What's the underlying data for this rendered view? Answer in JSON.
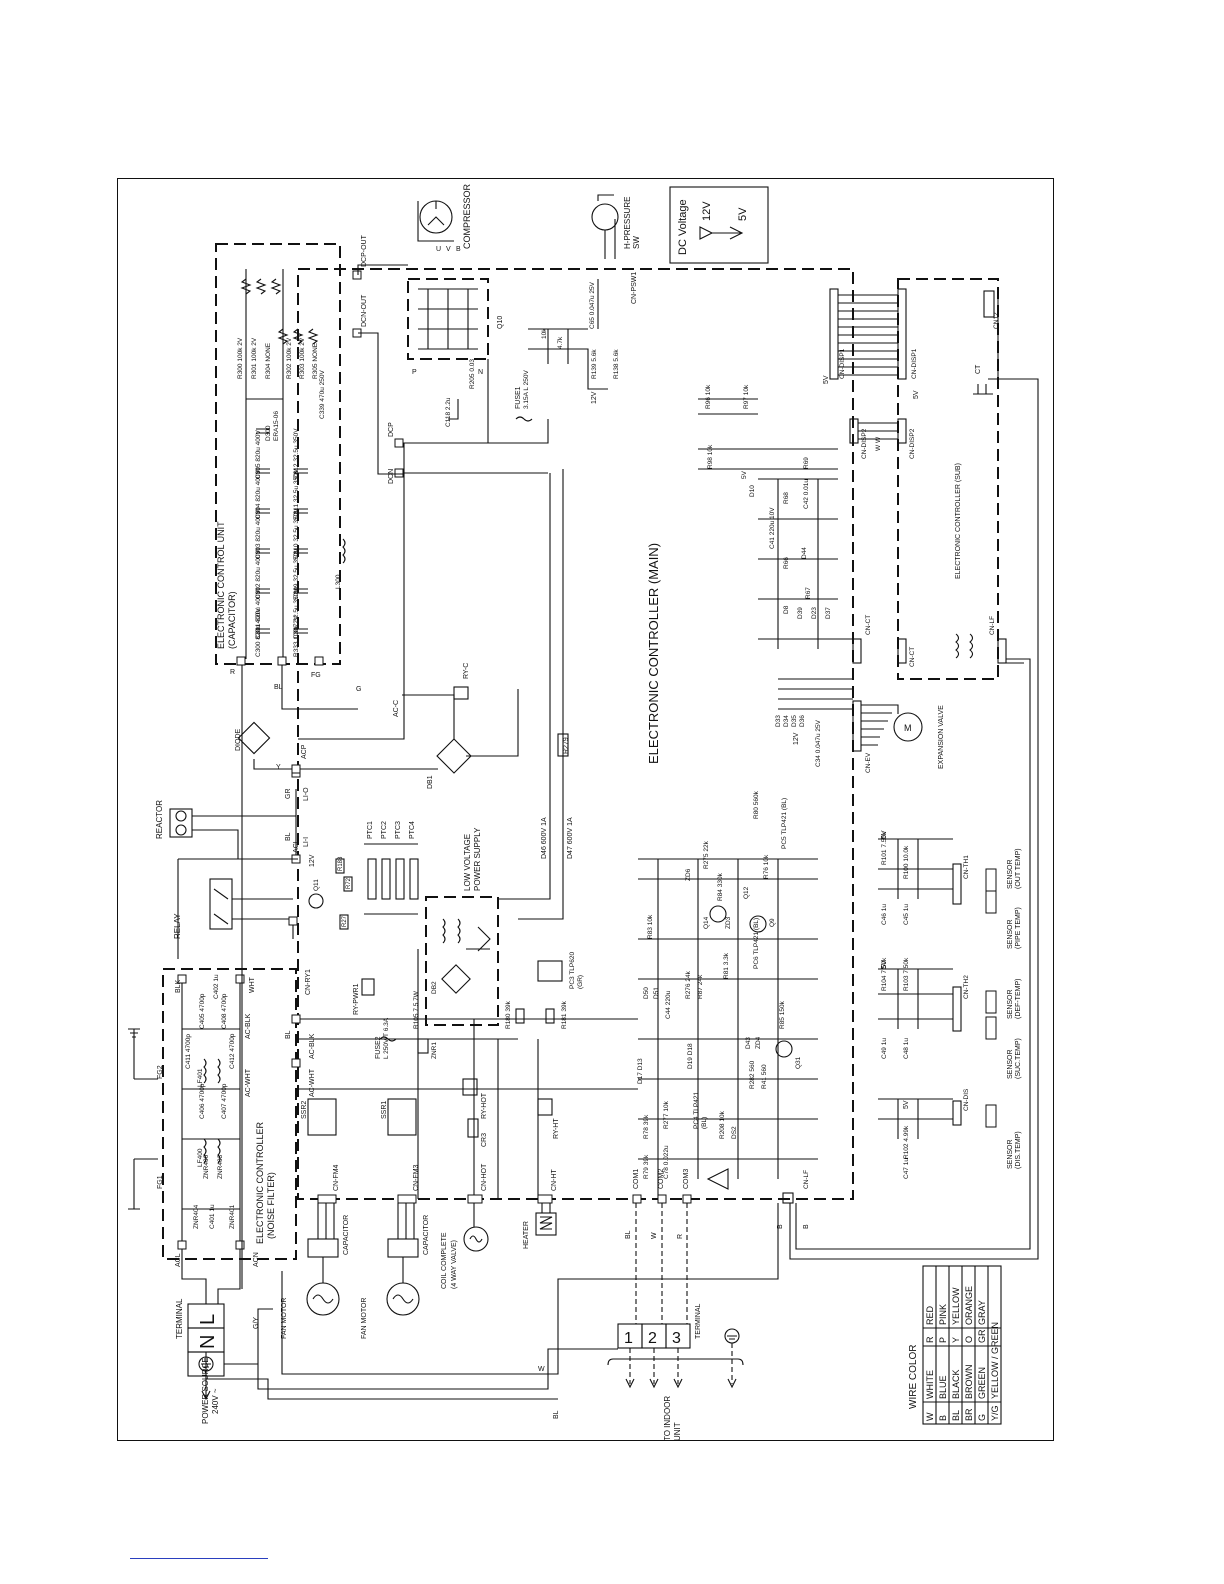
{
  "units": {
    "capacitor_unit": {
      "title": "ELECTRONIC CONTROL UNIT",
      "subtitle": "(CAPACITOR)"
    },
    "noise_filter": {
      "title": "ELECTRONIC CONTROLLER",
      "subtitle": "(NOISE FILTER)"
    },
    "main": {
      "title": "ELECTRONIC CONTROLLER (MAIN)"
    },
    "sub": {
      "title": "ELECTRONIC CONTROLLER (SUB)"
    },
    "low_voltage": {
      "title": "LOW VOLTAGE",
      "subtitle": "POWER SUPPLY"
    }
  },
  "dc_voltage": {
    "title": "DC Voltage",
    "v12": "12V",
    "v5": "5V"
  },
  "wire_color": {
    "title": "WIRE COLOR",
    "rows": [
      {
        "c1": "W",
        "n1": "WHITE",
        "c2": "R",
        "n2": "RED"
      },
      {
        "c1": "B",
        "n1": "BLUE",
        "c2": "P",
        "n2": "PINK"
      },
      {
        "c1": "BL",
        "n1": "BLACK",
        "c2": "Y",
        "n2": "YELLOW"
      },
      {
        "c1": "BR",
        "n1": "BROWN",
        "c2": "O",
        "n2": "ORANGE"
      },
      {
        "c1": "G",
        "n1": "GREEN",
        "c2": "GR",
        "n2": "GRAY"
      },
      {
        "c1": "Y/G",
        "n1": "YELLOW / GREEN",
        "c2": "",
        "n2": ""
      }
    ]
  },
  "terminal_power": {
    "title": "TERMINAL",
    "L": "L",
    "N": "N",
    "gy": "G/Y",
    "source": "POWER SOURCE",
    "voltage": "240V ~"
  },
  "terminal_indoor": {
    "title": "TERMINAL",
    "t1": "1",
    "t2": "2",
    "t3": "3",
    "to": "TO INDOOR",
    "unit": "UNIT"
  },
  "devices": {
    "compressor": "COMPRESSOR",
    "hpsw": "H-PRESSURE",
    "hpsw2": "SW",
    "reactor": "REACTOR",
    "relay": "RELAY",
    "diode": "DIODE",
    "db1": "DB1",
    "ryc": "RY-C",
    "expansion": "EXPANSION VALVE",
    "heater": "HEATER",
    "coil": "COIL COMPLETE",
    "coil2": "(4 WAY VALVE)",
    "fan1": "FAN MOTOR",
    "fan2": "FAN MOTOR",
    "cap1": "CAPACITOR",
    "cap2": "CAPACITOR",
    "ssr1": "SSR1",
    "ssr2": "SSR2",
    "ryhot": "RY-HOT",
    "ryht": "RY-HT",
    "rypwr": "RY-PWR1",
    "cr3": "CR3",
    "q10": "Q10",
    "fuse1": "FUSE1",
    "fuse1v": "3.15A L 250V",
    "fuse2": "FUSE2",
    "fuse2v": "L 250V T 6.3A",
    "znr1": "ZNR1",
    "d46": "D46 600V 1A",
    "d47": "D47 600V 1A",
    "r279": "R279",
    "lf400": "LF400",
    "lf401": "LF401",
    "fg1": "FG1",
    "fg2": "FG2",
    "fg": "FG",
    "g": "G",
    "l300": "L300",
    "d300": "D300",
    "d300v": "ERA15-06",
    "ptc1": "PTC1",
    "ptc2": "PTC2",
    "ptc3": "PTC3",
    "ptc4": "PTC4",
    "ct": "CT"
  },
  "connectors": {
    "dcpout": "DCP-OUT",
    "dcnout": "DCN-OUT",
    "dcp": "DCP",
    "dcn": "DCN",
    "acp": "ACP",
    "acn": "ACN",
    "acl": "ACL",
    "acl2": "ACL",
    "lo": "LI-O",
    "li": "LI-I",
    "acc": "AC-C",
    "acblk": "AC-BLK",
    "acblk2": "AC-BLK",
    "acwht": "AC-WHT",
    "acwht2": "AC-WHT",
    "blk": "BLK",
    "wht": "WHT",
    "cnry1": "CN-RY1",
    "cnfm4": "CN-FM4",
    "cnfm3": "CN-FM3",
    "cnhot": "CN-HOT",
    "cnht": "CN-HT",
    "cnlf": "CN-LF",
    "cnlf2": "CN-LF",
    "cndis": "CN-DIS",
    "cnth1": "CN-TH1",
    "cnth2": "CN-TH2",
    "cnev": "CN-EV",
    "cnct": "CN-CT",
    "cnct2": "CN-CT",
    "cndisp1": "CN-DISP1",
    "cndisp1b": "CN-DISP1",
    "cndisp2": "CN-DISP2",
    "cndisp2b": "CN-DISP2",
    "cnpsw1": "CN-PSW1",
    "cn12": "CN12",
    "com1": "COM1",
    "com2": "COM2",
    "com3": "COM3"
  },
  "sensors": [
    {
      "name": "SENSOR",
      "sub": "(OUT TEMP)"
    },
    {
      "name": "SENSOR",
      "sub": "(PIPE TEMP)"
    },
    {
      "name": "SENSOR",
      "sub": "(DEF-TEMP)"
    },
    {
      "name": "SENSOR",
      "sub": "(SUC.TEMP)"
    },
    {
      "name": "SENSOR",
      "sub": "(DIS.TEMP)"
    }
  ],
  "components": {
    "r300": "R300 100k 2V",
    "r301": "R301 100k 2V",
    "r304": "R304 NONE",
    "r302": "R302 100k 2V",
    "r303": "R303 100k 2V",
    "r305": "R305 NONE",
    "c339": "C339 470u 250V",
    "c305": "C305 820u 400V",
    "c304": "C304 820u 400V",
    "c303": "C303 820u 400V",
    "c302": "C302 820u 400V",
    "c301": "C301 820u 400V",
    "c300": "C300 820u 400V",
    "c312": "C312 32.5u 350V",
    "c311": "C311 32.5u 350V",
    "c310": "C310 32.5u 350V",
    "c309": "C309 32.5u 350V",
    "c307": "C307 32.5u 350V",
    "r333": "R333 100k 2V",
    "c118": "C118 2.2u",
    "r205": "R205 0.03",
    "c65": "C65 0.047u 25V",
    "r139": "R139 5.6k",
    "r138": "R138 5.6k",
    "r10k": "10k",
    "r47k": "4.7k",
    "r96": "R96 10k",
    "r97": "R97 10k",
    "r98": "R98 10k",
    "d10": "D10",
    "r68": "R68",
    "r69": "R69",
    "r66": "R66",
    "r67": "R67",
    "c41": "C41 220u 10V",
    "c42": "C42 0.01u",
    "d44": "D44",
    "d8": "D8",
    "d39": "D39",
    "d23": "D23",
    "d37": "D37",
    "c34": "C34 0.047u 25V",
    "d33": "D33",
    "d34": "D34",
    "d35": "D35",
    "d36": "D36",
    "c402": "C402 1u",
    "c405": "C405 4700p",
    "c408": "C408 4700p",
    "c411": "C411 4700p",
    "c412": "C412 4700p",
    "c406": "C406 4700p",
    "c407": "C407 4700p",
    "c401": "C401 1u",
    "znr404": "ZNR404",
    "znr400": "ZNR400",
    "znr403": "ZNR403",
    "znr401": "ZNR401",
    "r105": "R105 7.5 7W",
    "db2": "DB2",
    "r180": "R180 39k",
    "r181": "R181 39k",
    "pc3": "PC3 TLP620",
    "pc3b": "(GR)",
    "r275": "R275 22k",
    "zd6": "ZD6",
    "r84": "R84 330k",
    "r83": "R83 10k",
    "q14": "Q14",
    "zd3": "ZD3",
    "q9": "Q9",
    "q12": "Q12",
    "r76": "R76 10k",
    "pc5": "PC5 TLP421 (BL)",
    "r80": "R80 560k",
    "r81": "R81 3.3k",
    "pc6": "PC6 TLP421 (BL)",
    "r276": "R276 24k",
    "r87": "R87 24k",
    "c44": "C44 220u",
    "d50": "D50",
    "d51": "D51",
    "d17": "D17 D13",
    "d19": "D19 D18",
    "r85": "R85 150k",
    "d43": "D43",
    "zd4": "ZD4",
    "q31": "Q31",
    "r282": "R282 560",
    "r41": "R41 560",
    "r78": "R78 39k",
    "r277": "R277 10k",
    "r79": "R79 39k",
    "r208": "R208 10k",
    "c78": "C78 0.022u",
    "ds2": "DS2",
    "pc4": "PC4 TLP421",
    "pc4b": "(BL)",
    "r101": "R101 7.50k",
    "r100": "R100 10.0k",
    "c46": "C46 1u",
    "c45": "C45 1u",
    "r104": "R104 7.50k",
    "r103": "R103 7.50k",
    "c49": "C49 1u",
    "c48": "C48 1u",
    "r102": "R102 4.99k",
    "c47": "C47 1u",
    "q11": "Q11",
    "r183": "R183",
    "r72": "R72",
    "r27": "R27"
  },
  "rails": {
    "v12a": "12V",
    "v12b": "12V",
    "v12c": "12V",
    "v5a": "5V",
    "v5b": "5V",
    "v5c": "5V",
    "v5d": "5V",
    "v5e": "5V",
    "v5f": "5V"
  },
  "wires": {
    "BL": "BL",
    "W": "W",
    "R": "R",
    "Y": "Y",
    "GR": "GR",
    "B": "B",
    "U": "U",
    "V": "V",
    "G": "G",
    "P": "P",
    "N": "N",
    "WW": "W W"
  }
}
